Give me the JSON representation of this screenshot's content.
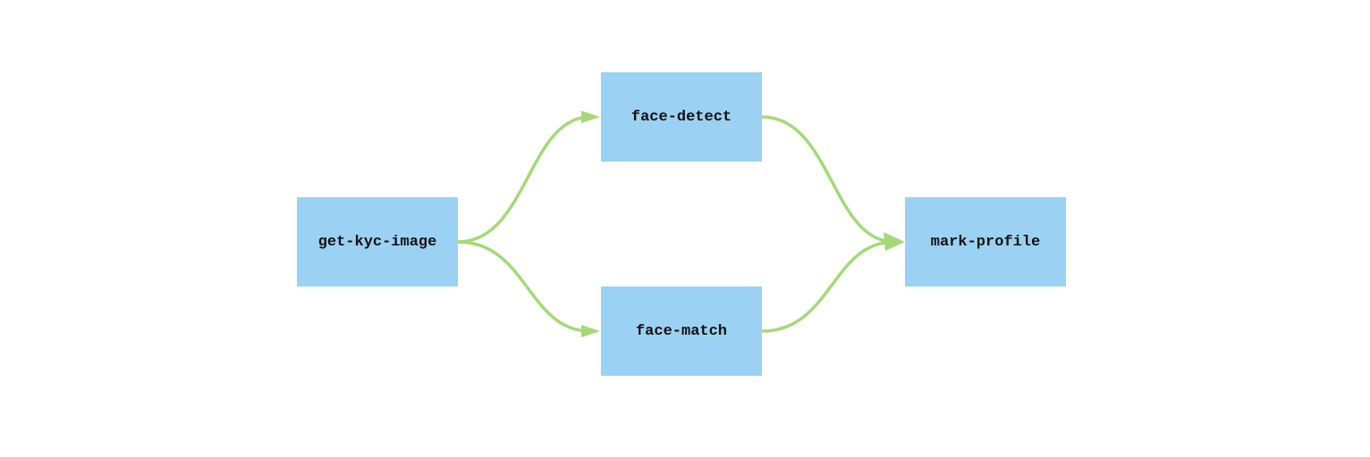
{
  "colors": {
    "node_fill": "#9bd1f2",
    "edge": "#a5d977",
    "label": "#111111"
  },
  "nodes": {
    "get_kyc_image": "get-kyc-image",
    "face_detect": "face-detect",
    "face_match": "face-match",
    "mark_profile": "mark-profile"
  },
  "edges": [
    {
      "from": "get-kyc-image",
      "to": "face-detect"
    },
    {
      "from": "get-kyc-image",
      "to": "face-match"
    },
    {
      "from": "face-detect",
      "to": "mark-profile"
    },
    {
      "from": "face-match",
      "to": "mark-profile"
    }
  ]
}
